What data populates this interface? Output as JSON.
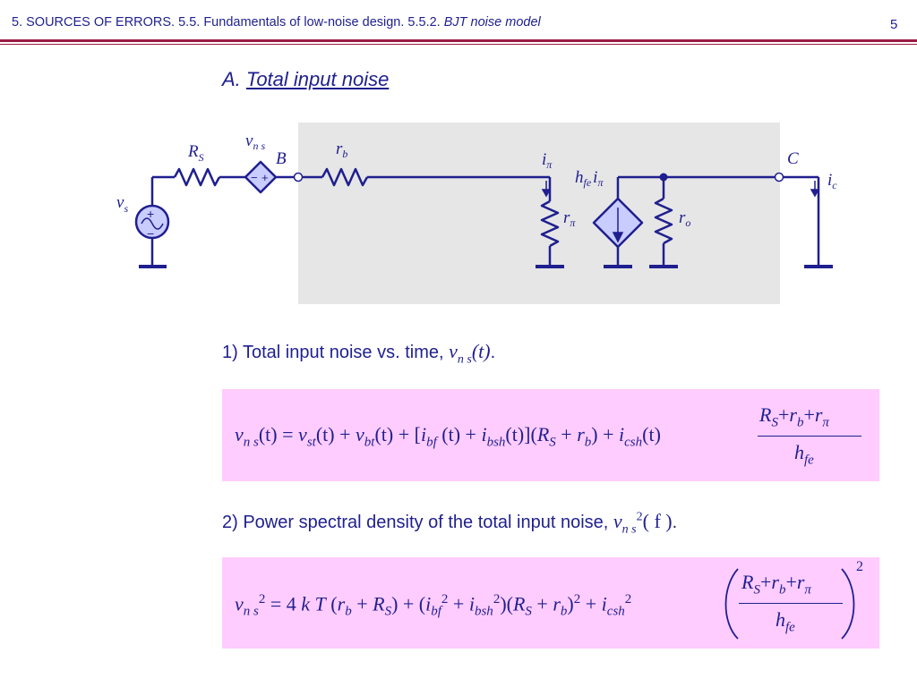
{
  "header": {
    "breadcrumb": "5. SOURCES OF ERRORS. 5.5. Fundamentals of low-noise design. 5.5.2. ",
    "topic": "BJT noise model",
    "page_number": "5"
  },
  "section": {
    "prefix": "A. ",
    "title": "Total input noise"
  },
  "circuit": {
    "node_b": "B",
    "node_c": "C",
    "source_voltage": {
      "base": "v",
      "sub": "s"
    },
    "source_resistance": {
      "base": "R",
      "sub": "S"
    },
    "noise_source": {
      "base": "v",
      "sub": "n s"
    },
    "base_resistance": {
      "base": "r",
      "sub": "b"
    },
    "input_current": {
      "base": "i",
      "sub": "π"
    },
    "input_resistance": {
      "base": "r",
      "sub": "π"
    },
    "controlled_source": {
      "base1": "h",
      "sub1": "fe",
      "base2": "i",
      "sub2": "π"
    },
    "output_resistance": {
      "base": "r",
      "sub": "o"
    },
    "collector_current": {
      "base": "i",
      "sub": "c"
    },
    "plus_sign": "+",
    "minus_sign": "−"
  },
  "step1": {
    "text": "1) Total input noise vs. time, ",
    "var": "v",
    "sub": "n s",
    "arg": "(t)",
    "end": "."
  },
  "step2": {
    "text": "2) Power spectral density of the total input noise, ",
    "var": "v",
    "sub": "n s",
    "sup": "2",
    "arg": "( f )",
    "end": "."
  },
  "eq1": {
    "lhs_var": "v",
    "lhs_sub": "n s",
    "lhs_arg": "(t)",
    "eq": " = ",
    "t1": "v",
    "t1_sub": "st",
    "t1_arg": "(t)",
    "p1": " + ",
    "t2": "v",
    "t2_sub": "bt",
    "t2_arg": "(t)",
    "p2": " + [",
    "t3": "i",
    "t3_sub": "bf",
    "t3_arg": " (t)",
    "p3": " + ",
    "t4": "i",
    "t4_sub": "bsh",
    "t4_arg": "(t)",
    "p4": "](",
    "t5": "R",
    "t5_sub": "S",
    "p5": " + ",
    "t6": "r",
    "t6_sub": "b",
    "p6": ") + ",
    "t7": "i",
    "t7_sub": "csh",
    "t7_arg": "(t)",
    "num": {
      "a": "R",
      "a_sub": "S",
      "plus1": "+",
      "b": "r",
      "b_sub": "b",
      "plus2": "+",
      "c": "r",
      "c_sub": "π"
    },
    "den": {
      "a": "h",
      "a_sub": "fe"
    }
  },
  "eq2": {
    "lhs_var": "v",
    "lhs_sub": "n s",
    "lhs_sup": "2",
    "eq": " = 4 ",
    "k": "k",
    "T": " T",
    "p0": " (",
    "t1": "r",
    "t1_sub": "b",
    "p1": " + ",
    "t2": "R",
    "t2_sub": "S",
    "p2": ") + (",
    "t3": "i",
    "t3_sub": "bf",
    "t3_sup": "2",
    "p3": " + ",
    "t4": "i",
    "t4_sub": "bsh",
    "t4_sup": "2",
    "p4": ")(",
    "t5": "R",
    "t5_sub": "S",
    "p5": " + ",
    "t6": "r",
    "t6_sub": "b",
    "p6": ")",
    "p6_sup": "2",
    "p7": " + ",
    "t7": "i",
    "t7_sub": "csh",
    "t7_sup": "2",
    "num": {
      "a": "R",
      "a_sub": "S",
      "plus1": "+",
      "b": "r",
      "b_sub": "b",
      "plus2": "+",
      "c": "r",
      "c_sub": "π"
    },
    "den": {
      "a": "h",
      "a_sub": "fe"
    },
    "outer_sup": "2"
  },
  "colors": {
    "text": "#1f1f8f",
    "rule": "#9b1c45",
    "shade": "#e6e6e6",
    "formula_box": "#ffccff",
    "source_fill": "#c9ccff"
  }
}
